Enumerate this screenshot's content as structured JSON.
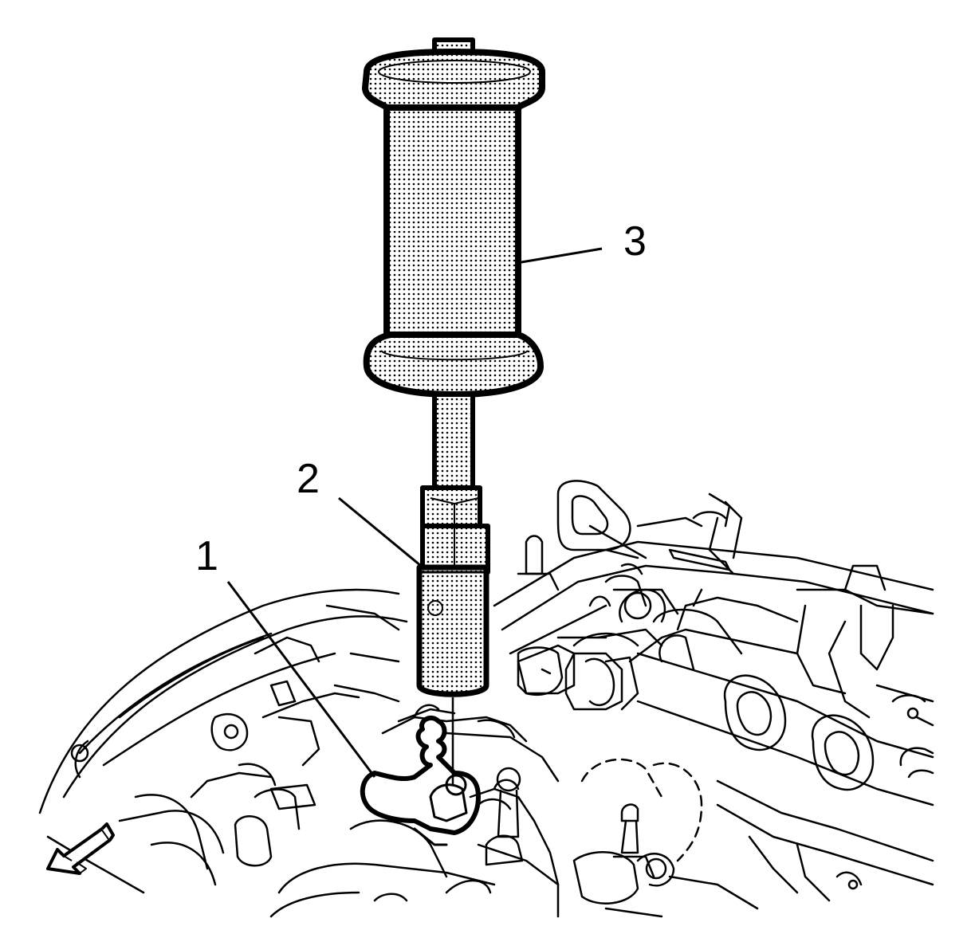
{
  "callouts": [
    {
      "id": "1",
      "label": "1"
    },
    {
      "id": "2",
      "label": "2"
    },
    {
      "id": "3",
      "label": "3"
    }
  ],
  "icons": {
    "direction_arrow": "front-direction-arrow-icon"
  },
  "colors": {
    "line": "#000000",
    "background": "#ffffff",
    "stipple": "#000000"
  }
}
